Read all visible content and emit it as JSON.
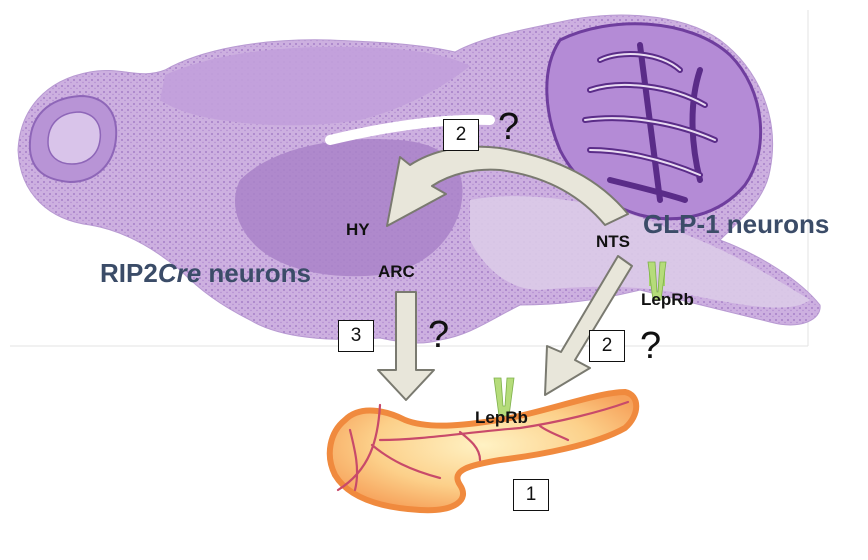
{
  "figure": {
    "labels": {
      "hy": "HY",
      "arc": "ARC",
      "nts": "NTS",
      "rip2_prefix": "RIP2",
      "rip2_cre": "Cre",
      "rip2_suffix": " neurons",
      "glp1": "GLP-1 neurons",
      "leprb_brain": "LepRb",
      "leprb_pancreas": "LepRb"
    },
    "markers": {
      "step_top": "2",
      "step_right": "2",
      "step_left": "3",
      "step_pancreas": "1",
      "question": "?"
    },
    "colors": {
      "brain_tissue": "#c6a6dc",
      "brain_dark": "#7a4aa8",
      "arrow_fill": "#e8e6da",
      "arrow_stroke": "#7a7a70",
      "pancreas_fill": "#f6a15a",
      "pancreas_inner": "#fde8b0",
      "vessel": "#c84a6a",
      "receptor": "#a6d36a",
      "label_blue": "#3b4c68"
    }
  }
}
